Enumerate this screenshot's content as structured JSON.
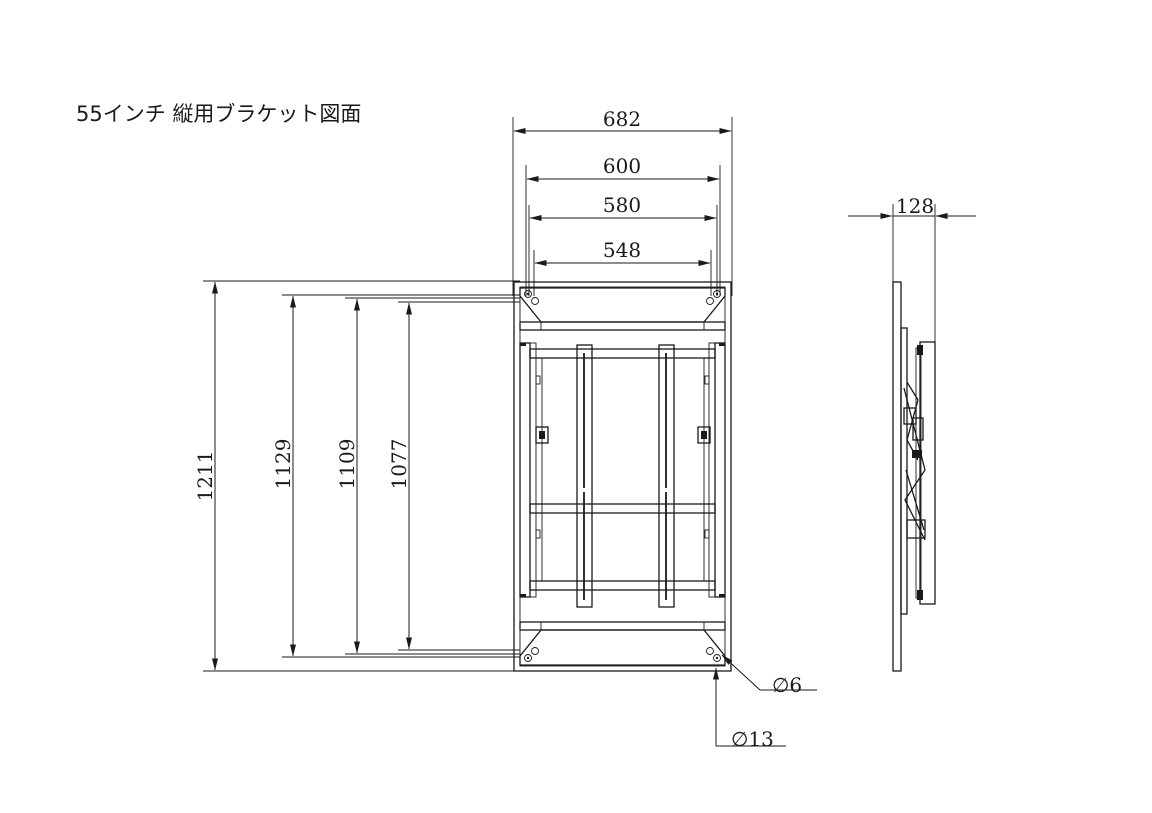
{
  "title": "55インチ 縦用ブラケット図面",
  "dimensions": {
    "w682": "682",
    "w600": "600",
    "w580": "580",
    "w548": "548",
    "h1211": "1211",
    "h1129": "1129",
    "h1109": "1109",
    "h1077": "1077",
    "depth128": "128",
    "hole_small": "6",
    "hole_large": "13"
  },
  "diameter_symbol": "∅"
}
